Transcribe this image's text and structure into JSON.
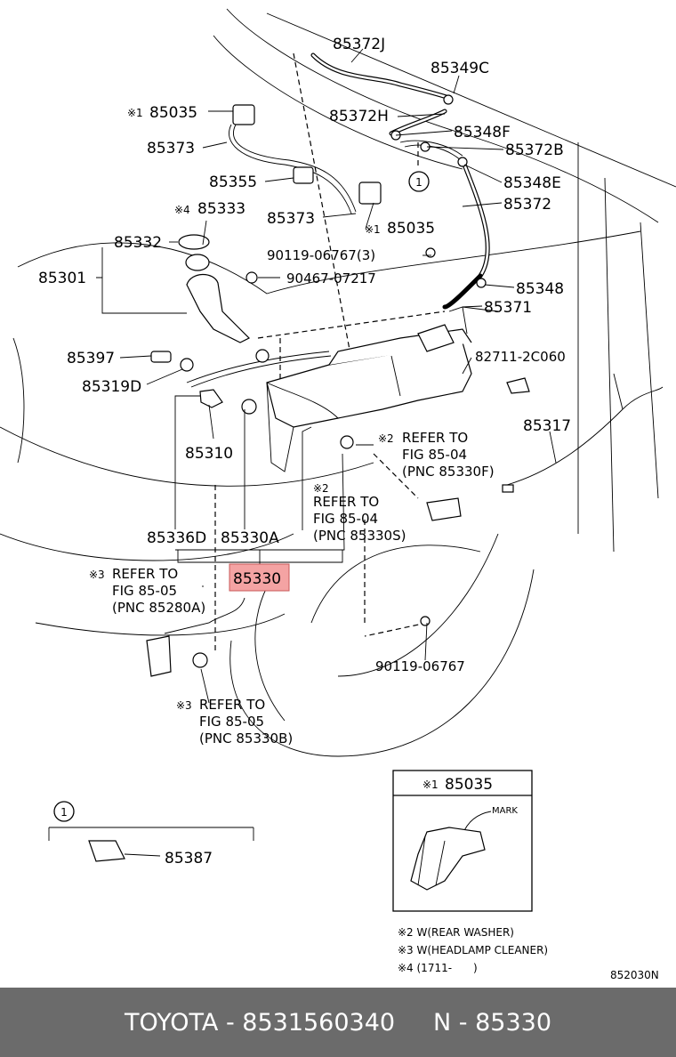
{
  "labels": {
    "p85372J": "85372J",
    "p85349C": "85349C",
    "p85035a": "85035",
    "p85372H": "85372H",
    "p85348F": "85348F",
    "p85373a": "85373",
    "p85372B": "85372B",
    "p85355": "85355",
    "p85348E": "85348E",
    "p85333": "85333",
    "p85372": "85372",
    "p85373b": "85373",
    "p85035b": "85035",
    "p85332": "85332",
    "p90119a": "90119-06767(3)",
    "p85301": "85301",
    "p90467": "90467-07217",
    "p85348": "85348",
    "p85371": "85371",
    "p85397": "85397",
    "p82711": "82711-2C060",
    "p85319D": "85319D",
    "p85317": "85317",
    "p85310": "85310",
    "p85336D": "85336D",
    "p85330A": "85330A",
    "p85330": "85330",
    "p90119b": "90119-06767",
    "p85387": "85387",
    "inset85035": "85035"
  },
  "marks": {
    "m1": "※1",
    "m2": "※2",
    "m3": "※3",
    "m4": "※4",
    "circle1": "1",
    "mark": "MARK"
  },
  "refs": {
    "r1_line1": "REFER TO",
    "r1_line2": "FIG 85-04",
    "r1_line3": "(PNC 85330F)",
    "r2_line1": "REFER TO",
    "r2_line2": "FIG 85-04",
    "r2_line3": "(PNC 85330S)",
    "r3_line1": "REFER TO",
    "r3_line2": "FIG 85-05",
    "r3_line3": "(PNC 85280A)",
    "r4_line1": "REFER TO",
    "r4_line2": "FIG 85-05",
    "r4_line3": "(PNC 85330B)"
  },
  "legend": {
    "n2": "※2 W(REAR WASHER)",
    "n3": "※3 W(HEADLAMP CLEANER)",
    "n4": "※4 (1711-　　)"
  },
  "figure_code": "852030N",
  "highlight_color": "#f4a3a3",
  "footer": {
    "brand": "TOYOTA",
    "part_number": "8531560340",
    "pnc_prefix": "N",
    "pnc": "85330"
  }
}
